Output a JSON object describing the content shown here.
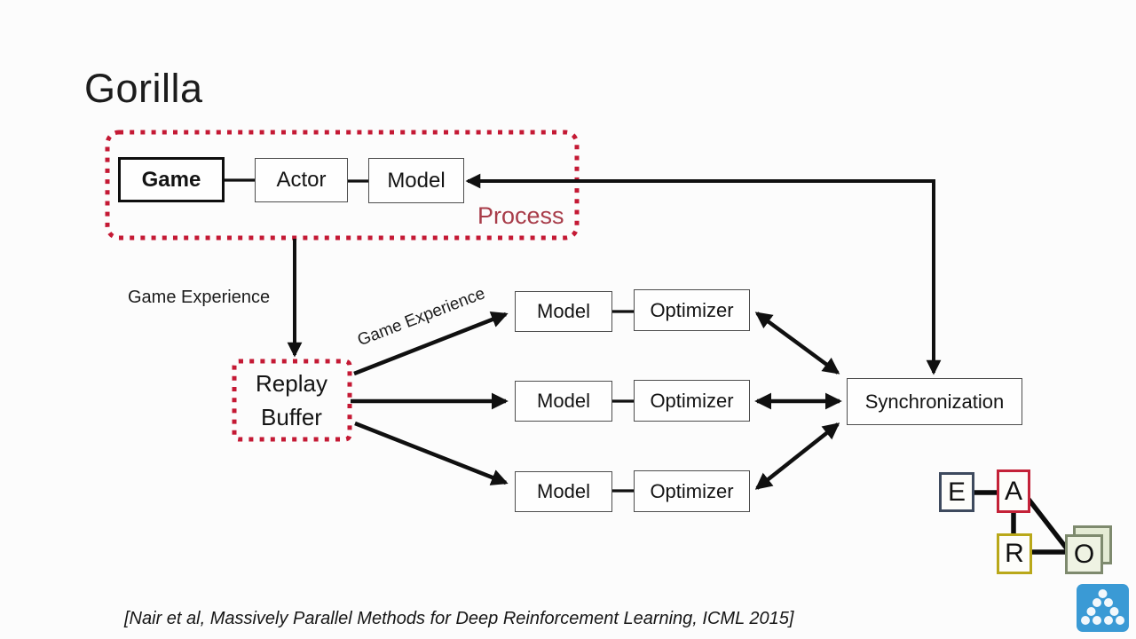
{
  "slide": {
    "title": "Gorilla",
    "citation": "[Nair et al, Massively Parallel Methods for Deep Reinforcement Learning, ICML 2015]"
  },
  "process": {
    "label": "Process",
    "game": "Game",
    "actor": "Actor",
    "model": "Model"
  },
  "edges": {
    "game_experience_down": "Game Experience",
    "game_experience_diagonal": "Game Experience"
  },
  "replay_buffer": {
    "line1": "Replay",
    "line2": "Buffer"
  },
  "workers": [
    {
      "model": "Model",
      "optimizer": "Optimizer"
    },
    {
      "model": "Model",
      "optimizer": "Optimizer"
    },
    {
      "model": "Model",
      "optimizer": "Optimizer"
    }
  ],
  "sync": {
    "label": "Synchronization"
  },
  "earo": {
    "environment": "E",
    "agent": "A",
    "reward": "R",
    "observation": "O"
  },
  "colors": {
    "accent_red": "#C41934",
    "process_label": "#A83C49",
    "earo_e_border": "#3E4A5E",
    "earo_a_border": "#C42238",
    "earo_r_border": "#B9A81A",
    "earo_o_border": "#7E8A6E",
    "logo_blue": "#3A9AD5"
  }
}
